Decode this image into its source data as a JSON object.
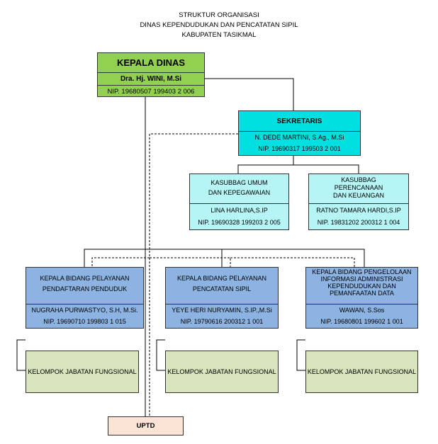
{
  "header": {
    "line1": "STRUKTUR ORGANISASI",
    "line2": "DINAS KEPENDUDUKAN DAN PENCATATAN SIPIL",
    "line3": "KABUPATEN TASIKMAL"
  },
  "kepala": {
    "title": "KEPALA DINAS",
    "name": "Dra. Hj. WINI, M.Si",
    "nip": "NIP. 19680507 199403 2 006"
  },
  "sekretaris": {
    "title": "SEKRETARIS",
    "name": "N. DEDE MARTINI, S.Ag., M.Si",
    "nip": "NIP. 19690317 199503 2 001"
  },
  "kasubbag_umum": {
    "title_1": "KASUBBAG UMUM",
    "title_2": "DAN KEPEGAWAIAN",
    "name": "LINA HARLINA,S.IP",
    "nip": "NIP. 19690328 199203 2 005"
  },
  "kasubbag_perencanaan": {
    "title_1": "KASUBBAG",
    "title_2": "PERENCANAAN",
    "title_3": "DAN KEUANGAN",
    "name": "RATNO TAMARA HARDI,S.IP",
    "nip": "NIP. 19831202 200312 1 004"
  },
  "bidang_pendaftaran": {
    "title_1": "KEPALA BIDANG PELAYANAN",
    "title_2": "PENDAFTARAN PENDUDUK",
    "name": "NUGRAHA PURWASTYO, S.H, M.Si.",
    "nip": "NIP. 19690710 199803 1 015"
  },
  "bidang_pencatatan": {
    "title_1": "KEPALA BIDANG PELAYANAN",
    "title_2": "PENCATATAN SIPIL",
    "name": "YEYE HERI NURYAMIN, S.IP.,M.Si",
    "nip": "NIP. 19790616 200312 1 001"
  },
  "bidang_informasi": {
    "title_1": "KEPALA BIDANG PENGELOLAAN",
    "title_2": "INFORMASI ADMINISTRASI",
    "title_3": "KEPENDUDUKAN DAN",
    "title_4": "PEMANFAATAN DATA",
    "name": "WAWAN, S.Sos",
    "nip": "NIP. 19680801 199602 1 001"
  },
  "fungsional": {
    "label_1": "KELOMPOK JABATAN FUNGSIONAL",
    "label_2": "KELOMPOK JABATAN FUNGSIONAL",
    "label_3": "KELOMPOK JABATAN FUNGSIONAL"
  },
  "uptd": {
    "label": "UPTD"
  },
  "colors": {
    "kepala": "#92d050",
    "sekretaris": "#00e0e0",
    "kasubbag": "#b6f5f5",
    "bidang": "#8db3e2",
    "fungsional": "#d7e4bc",
    "uptd": "#fbe4d5"
  }
}
